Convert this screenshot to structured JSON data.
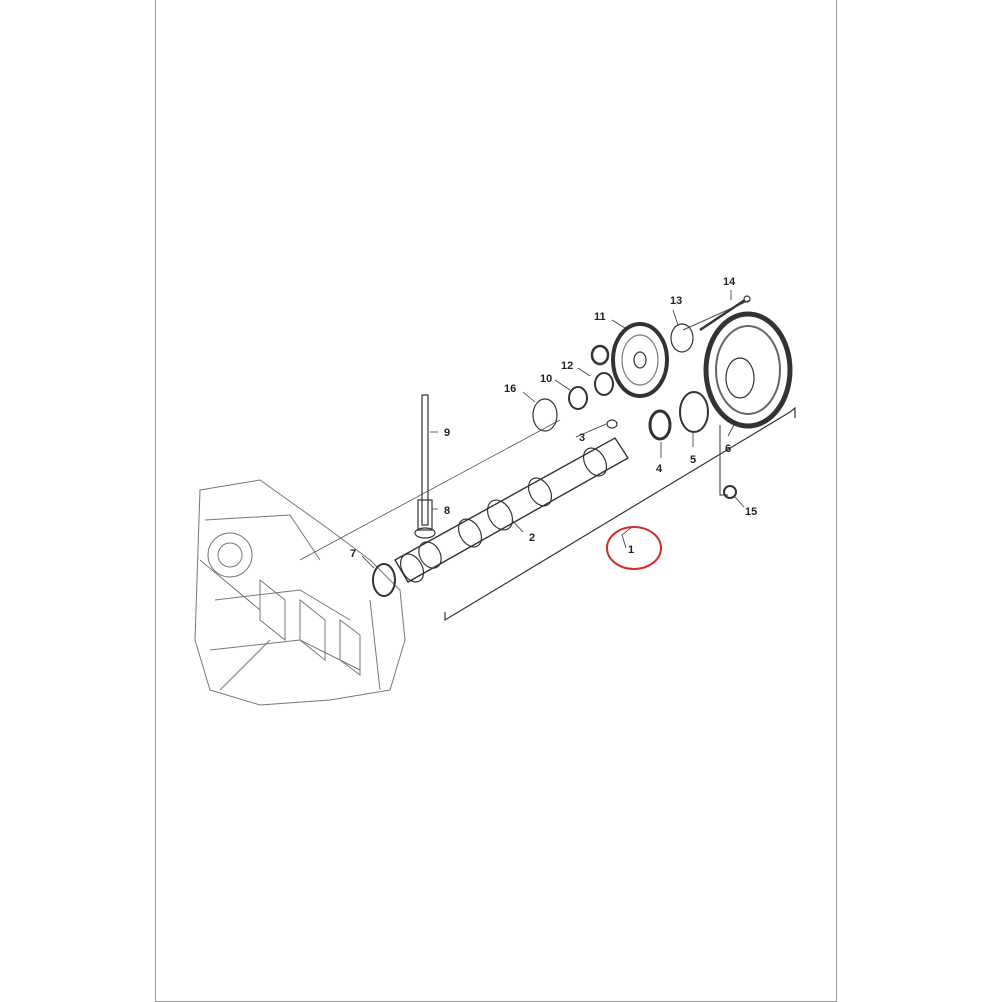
{
  "diagram": {
    "callouts": [
      "1",
      "2",
      "3",
      "4",
      "5",
      "6",
      "7",
      "8",
      "9",
      "10",
      "11",
      "12",
      "13",
      "14",
      "15",
      "16"
    ],
    "highlighted_callout": "1",
    "highlight_color": "#d42a2a"
  }
}
